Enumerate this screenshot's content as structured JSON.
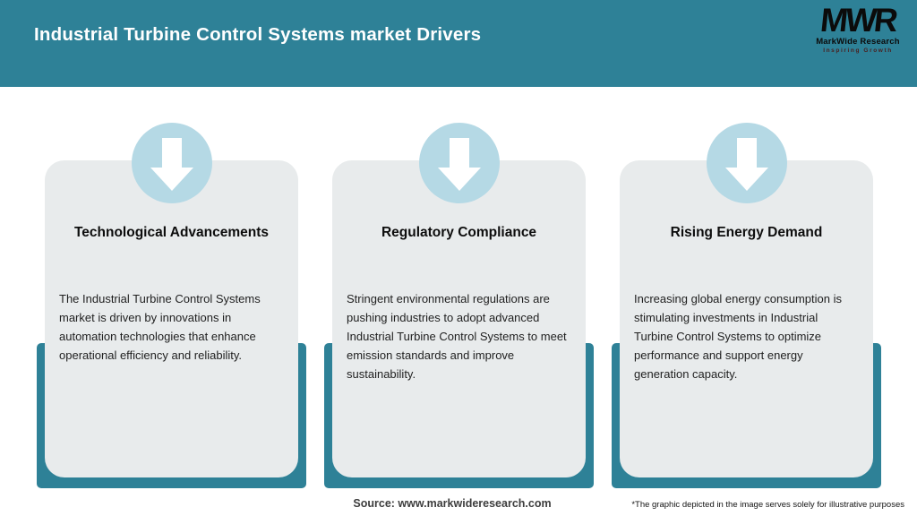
{
  "header": {
    "title": "Industrial Turbine Control Systems market Drivers",
    "logo": {
      "acronym": "MWR",
      "name": "MarkWide Research",
      "tagline": "Inspiring Growth"
    }
  },
  "cards": [
    {
      "title": "Technological Advancements",
      "body": "The Industrial Turbine Control Systems market is driven by innovations in automation technologies that enhance operational efficiency and reliability."
    },
    {
      "title": "Regulatory Compliance",
      "body": "Stringent environmental regulations are pushing industries to adopt advanced Industrial Turbine Control Systems to meet emission standards and improve sustainability."
    },
    {
      "title": "Rising Energy Demand",
      "body": "Increasing global energy consumption is stimulating investments in Industrial Turbine Control Systems to optimize performance and support energy generation capacity."
    }
  ],
  "footer": {
    "source": "Source: www.markwideresearch.com",
    "disclaimer": "*The graphic depicted in the image serves solely for illustrative purposes"
  },
  "icons": {
    "card_icon": "arrow-down-icon"
  },
  "colors": {
    "header_teal": "#2e8197",
    "frame_teal": "#2e8197",
    "card_gray": "#e8ebec",
    "circle_blue": "#b5d9e5",
    "title_text": "#ffffff",
    "tagline_maroon": "#4a2020"
  }
}
